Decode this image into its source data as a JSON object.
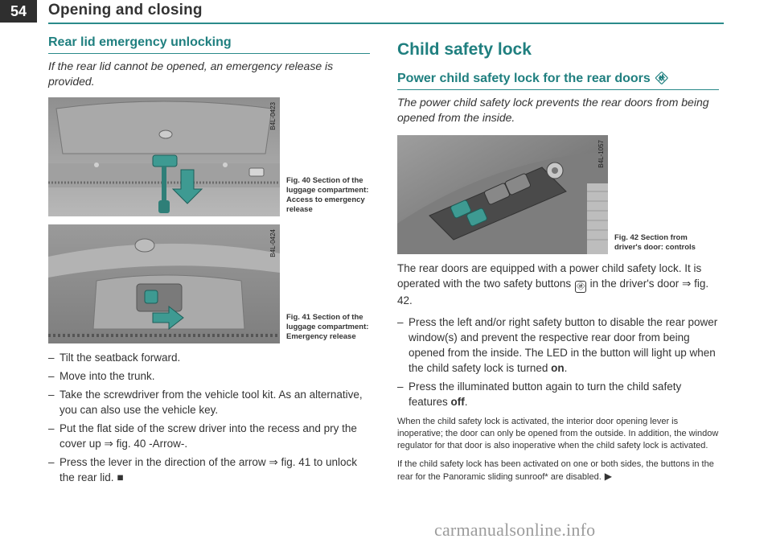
{
  "header": {
    "page_number": "54",
    "chapter": "Opening and closing"
  },
  "left": {
    "section_title": "Rear lid emergency unlocking",
    "intro": "If the rear lid cannot be opened, an emergency release is provided.",
    "fig40": {
      "code": "B4L-0423",
      "caption": "Fig. 40 Section of the luggage compartment: Access to emergency release"
    },
    "fig41": {
      "code": "B4L-0424",
      "caption": "Fig. 41 Section of the luggage compartment: Emergency release"
    },
    "steps": [
      "Tilt the seatback forward.",
      "Move into the trunk.",
      "Take the screwdriver from the vehicle tool kit. As an alter­native, you can also use the vehicle key.",
      "Put the flat side of the screw driver into the recess and pry the cover up ⇒ fig. 40 -Arrow-.",
      "Press the lever in the direction of the arrow ⇒ fig. 41 to unlock the rear lid."
    ],
    "end_mark": "■"
  },
  "right": {
    "main_title": "Child safety lock",
    "section_title": "Power child safety lock for the rear doors",
    "section_icon": "child-icon",
    "intro": "The power child safety lock prevents the rear doors from being opened from the inside.",
    "fig42": {
      "code": "B4L-1057",
      "caption": "Fig. 42 Section from driver's door: controls"
    },
    "body_before": "The rear doors are equipped with a power child safety lock. It is operated with the two safety buttons",
    "body_after": "in the driver's door ⇒ fig. 42.",
    "steps": [
      "Press the left and/or right safety button to disable the rear power window(s) and prevent the respective rear door from being opened from the inside. The LED in the button will light up when the child safety lock is turned ",
      "Press the illuminated button again to turn the child safety features "
    ],
    "step_on": "on",
    "step_off": "off",
    "note1": "When the child safety lock is activated, the interior door opening lever is inoperative; the door can only be opened from the outside. In addition, the window regulator for that door is also inoperative when the child safety lock is activated.",
    "note2": "If the child safety lock has been activated on one or both sides, the buttons in the rear for the Panoramic sliding sunroof* are disabled.",
    "continue_mark": "▶"
  },
  "watermark": "carmanualsonline.info",
  "colors": {
    "accent": "#2a8a8a",
    "heading": "#1f7f7f",
    "page_tab": "#2f2f2f",
    "fig_highlight": "#3e9a92"
  }
}
